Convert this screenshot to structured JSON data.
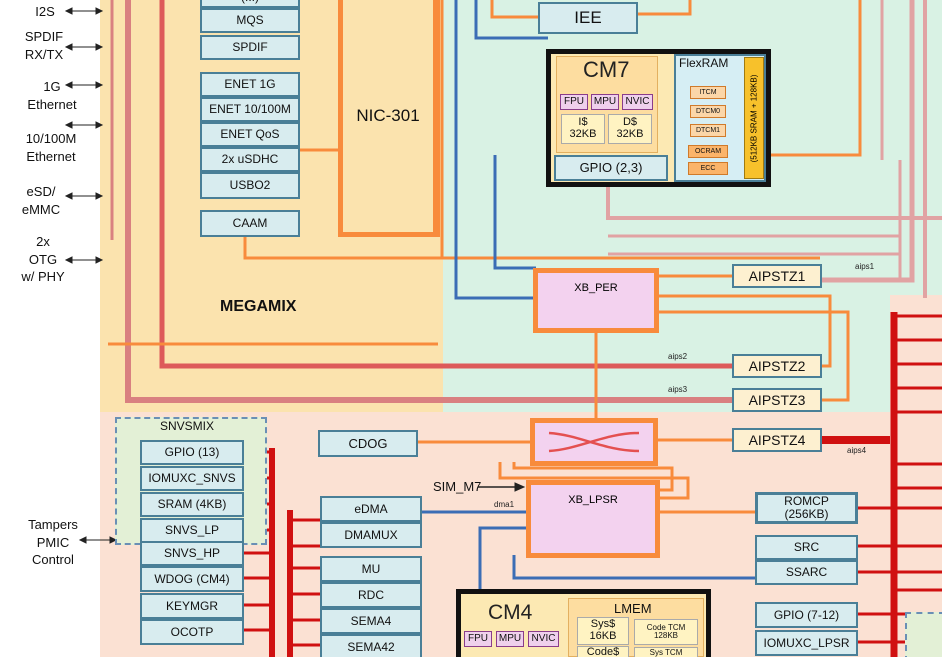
{
  "left_signals": {
    "i2s": "I2S",
    "spdif": [
      "SPDIF",
      "RX/TX"
    ],
    "eth1g": [
      "1G",
      "Ethernet"
    ],
    "eth100": [
      "10/100M",
      "Ethernet"
    ],
    "esd": [
      "eSD/",
      "eMMC"
    ],
    "otg": [
      "2x",
      "OTG",
      "w/ PHY"
    ],
    "tampers": [
      "Tampers",
      "PMIC",
      "Control"
    ]
  },
  "megamix": {
    "title": "MEGAMIX",
    "nic": "NIC-301",
    "blocks": {
      "top_partial": "(...)",
      "mqs": "MQS",
      "spdif": "SPDIF",
      "enet1g": "ENET 1G",
      "enet100": "ENET 10/100M",
      "enetqos": "ENET QoS",
      "usdhc": "2x uSDHC",
      "usbo2": "USBO2",
      "caam": "CAAM"
    }
  },
  "cm7": {
    "title": "CM7",
    "fpu": "FPU",
    "mpu": "MPU",
    "nvic": "NVIC",
    "icache": [
      "I$",
      "32KB"
    ],
    "dcache": [
      "D$",
      "32KB"
    ],
    "gpio": "GPIO (2,3)",
    "flexram": {
      "title": "FlexRAM",
      "itcm": "ITCM",
      "dtcm0": "DTCM0",
      "dtcm1": "DTCM1",
      "ocram": "OCRAM",
      "ecc": "ECC",
      "sram": "(512KB SRAM + 128KB)"
    }
  },
  "iee": "IEE",
  "xb_per": "XB_PER",
  "aipstz": {
    "z1": "AIPSTZ1",
    "z2": "AIPSTZ2",
    "z3": "AIPSTZ3",
    "z4": "AIPSTZ4"
  },
  "bus_labels": {
    "aips1": "aips1",
    "aips2": "aips2",
    "aips3": "aips3",
    "aips4": "aips4",
    "dma1": "dma1"
  },
  "snvsmix": {
    "title": "SNVSMIX",
    "gpio13": "GPIO (13)",
    "iomuxc_snvs": "IOMUXC_SNVS",
    "sram4k": "SRAM (4KB)",
    "snvs_lp": "SNVS_LP"
  },
  "aon": {
    "snvs_hp": "SNVS_HP",
    "wdog": "WDOG (CM4)",
    "keymgr": "KEYMGR",
    "ocotp": "OCOTP"
  },
  "cdog": "CDOG",
  "sim_m7": "SIM_M7",
  "xb_lpsr": "XB_LPSR",
  "edma": "eDMA",
  "dmamux": "DMAMUX",
  "mu": "MU",
  "rdc": "RDC",
  "sema4": "SEMA4",
  "sema42": "SEMA42",
  "romcp": [
    "ROMCP",
    "(256KB)"
  ],
  "src": "SRC",
  "ssarc": "SSARC",
  "gpio712": "GPIO (7-12)",
  "iomuxc_lpsr": "IOMUXC_LPSR",
  "cm4": {
    "title": "CM4",
    "fpu": "FPU",
    "mpu": "MPU",
    "nvic": "NVIC",
    "lmem": "LMEM",
    "sys": [
      "Sys$",
      "16KB"
    ],
    "code": "Code$",
    "code_tcm": [
      "Code TCM",
      "128KB"
    ],
    "sys_tcm": "Sys TCM"
  },
  "colors": {
    "megamix_bg": "#fbe3ae",
    "green_bg": "#d9f2e4",
    "lpsr_bg": "#fbe1d3",
    "block_fill": "#d8ecef",
    "block_border": "#4a7f97",
    "orange_bus": "#f88b3c",
    "blue_bus": "#3b6db5",
    "pink_bus": "#e1a3a3",
    "red_bus": "#d01010",
    "xbar_fill": "#f3d2ef"
  }
}
